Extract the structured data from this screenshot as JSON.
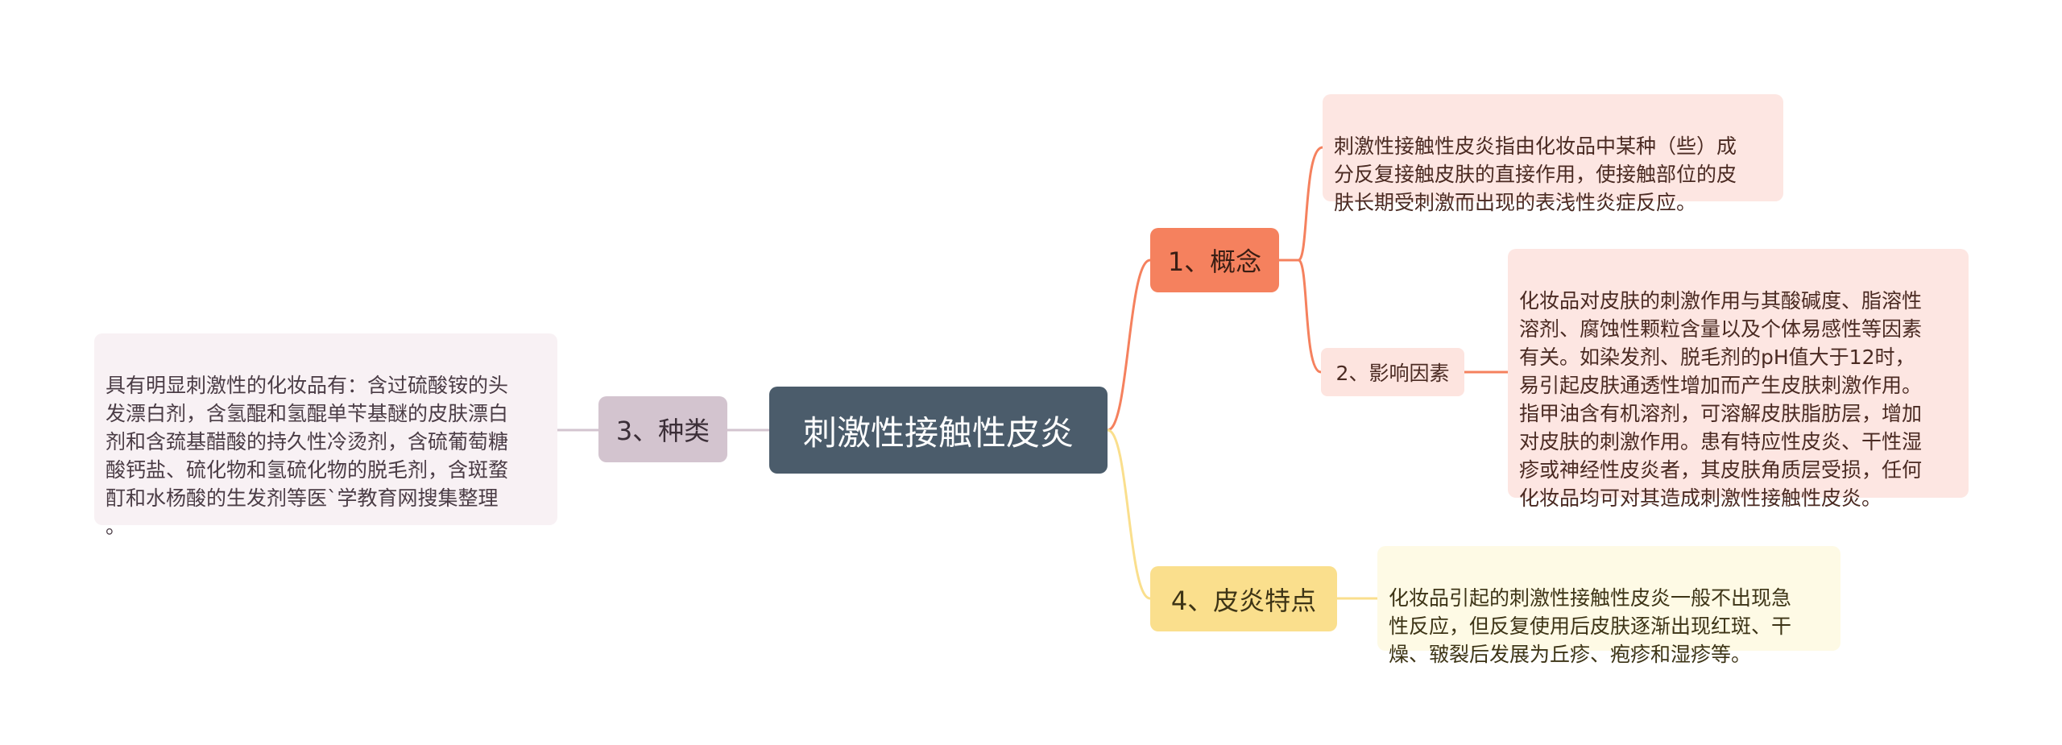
{
  "mindmap": {
    "root": "刺激性接触性皮炎",
    "concept": {
      "label": "1、概念",
      "definition": "刺激性接触性皮炎指由化妆品中某种（些）成\n分反复接触皮肤的直接作用，使接触部位的皮\n肤长期受刺激而出现的表浅性炎症反应。",
      "factors_label": "2、影响因素",
      "factors_text": "化妆品对皮肤的刺激作用与其酸碱度、脂溶性\n溶剂、腐蚀性颗粒含量以及个体易感性等因素\n有关。如染发剂、脱毛剂的pH值大于12时，\n易引起皮肤通透性增加而产生皮肤刺激作用。\n指甲油含有机溶剂，可溶解皮肤脂肪层，增加\n对皮肤的刺激作用。患有特应性皮炎、干性湿\n疹或神经性皮炎者，其皮肤角质层受损，任何\n化妆品均可对其造成刺激性接触性皮炎。"
    },
    "types": {
      "label": "3、种类",
      "text": "具有明显刺激性的化妆品有：含过硫酸铵的头\n发漂白剂，含氢醌和氢醌单苄基醚的皮肤漂白\n剂和含巯基醋酸的持久性冷烫剂，含硫葡萄糖\n酸钙盐、硫化物和氢硫化物的脱毛剂，含斑蝥\n酊和水杨酸的生发剂等医`学教育网搜集整理\n。"
    },
    "features": {
      "label": "4、皮炎特点",
      "text": "化妆品引起的刺激性接触性皮炎一般不出现急\n性反应，但反复使用后皮肤逐渐出现红斑、干\n燥、皲裂后发展为丘疹、疱疹和湿疹等。"
    }
  },
  "colors": {
    "root_bg": "#4b5c6b",
    "concept": "#f5815e",
    "concept_leaf": "#fde6e2",
    "types": "#d3c4cf",
    "types_leaf": "#f8f1f4",
    "features": "#fadf8d",
    "features_leaf": "#fefae5"
  }
}
